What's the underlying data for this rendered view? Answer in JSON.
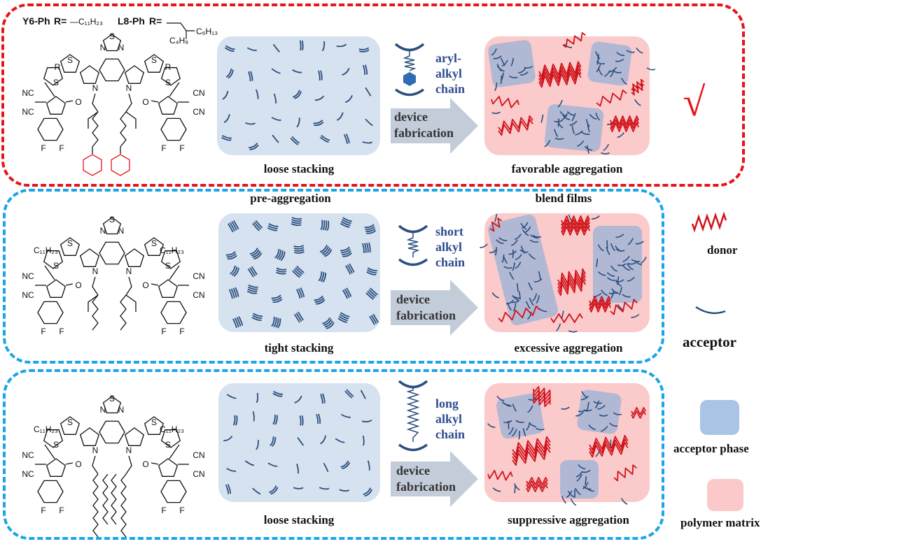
{
  "molecule_header": {
    "y6_label": "Y6-Ph",
    "r_eq": "R=",
    "y6_r": "—C₁₁H₂₃",
    "l8_label": "L8-Ph",
    "l8_r_sub1": "C₆H₁₃",
    "l8_r_sub2": "C₄H₉"
  },
  "atom_labels": {
    "N": "N",
    "S": "S",
    "NC": "NC",
    "CN": "CN",
    "O": "O",
    "F": "F",
    "R": "R",
    "alkyl": "C₁₁H₂₃"
  },
  "rows": [
    {
      "film_caption": "loose stacking",
      "chain_label": [
        "aryl-",
        "alkyl",
        "chain"
      ],
      "arrow_label": [
        "device",
        "fabrication"
      ],
      "blend_caption": "favorable aggregation",
      "mark": "√"
    },
    {
      "film_caption": "tight stacking",
      "chain_label": [
        "short",
        "alkyl",
        "chain"
      ],
      "arrow_label": [
        "device",
        "fabrication"
      ],
      "blend_caption": "excessive aggregation"
    },
    {
      "film_caption": "loose stacking",
      "chain_label": [
        "long",
        "alkyl",
        "chain"
      ],
      "arrow_label": [
        "device",
        "fabrication"
      ],
      "blend_caption": "suppressive aggregation"
    }
  ],
  "column_headers": {
    "pre": "pre-aggregation",
    "blend": "blend films"
  },
  "legend": {
    "donor": "donor",
    "acceptor": "acceptor",
    "acceptor_phase": "acceptor phase",
    "polymer_matrix": "polymer matrix"
  },
  "colors": {
    "red": "#e8141c",
    "cyan": "#1aa6e6",
    "acceptor": "#2b4f7e",
    "donor": "#d0141c",
    "film": "#d6e2f0",
    "matrix": "#fbcaca",
    "phase": "#9fb3d6"
  }
}
